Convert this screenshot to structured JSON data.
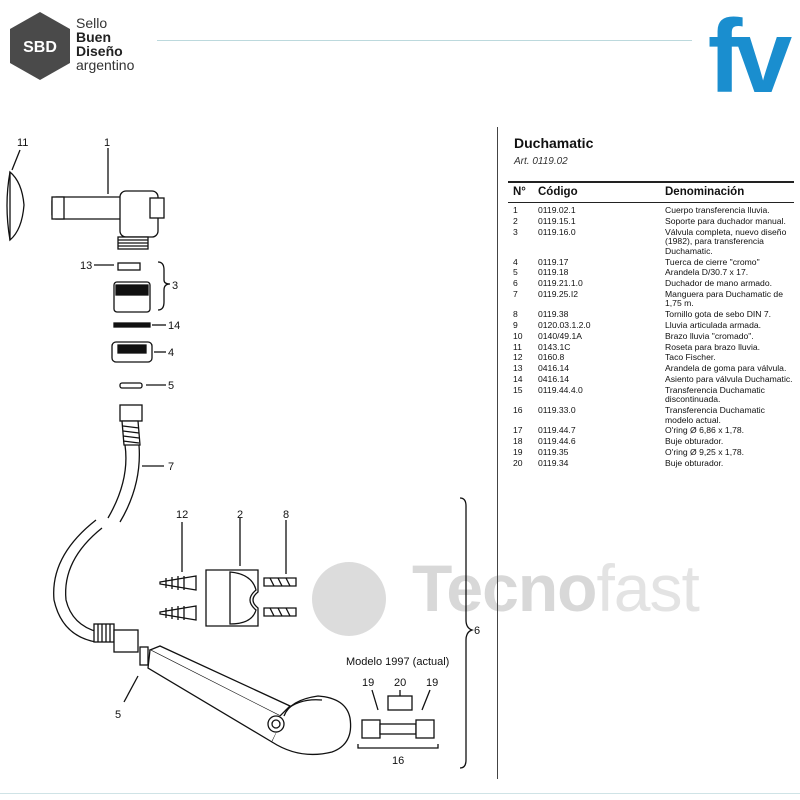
{
  "header": {
    "sbd_badge": "SBD",
    "sbd_lines": [
      "Sello",
      "Buen",
      "Diseño",
      "argentino"
    ],
    "brand_logo": "fv"
  },
  "watermark": {
    "part1": "Tecno",
    "part2": "fast"
  },
  "spec": {
    "title": "Duchamatic",
    "article": "Art. 0119.02",
    "columns": {
      "num": "N°",
      "code": "Código",
      "name": "Denominación"
    },
    "rows": [
      {
        "n": "1",
        "code": "0119.02.1",
        "name": "Cuerpo transferencia lluvia."
      },
      {
        "n": "2",
        "code": "0119.15.1",
        "name": "Soporte para duchador manual."
      },
      {
        "n": "3",
        "code": "0119.16.0",
        "name": "Válvula completa, nuevo diseño (1982), para transferencia Duchamatic."
      },
      {
        "n": "4",
        "code": "0119.17",
        "name": "Tuerca de cierre \"cromo\""
      },
      {
        "n": "5",
        "code": "0119.18",
        "name": "Arandela D/30.7 x 17."
      },
      {
        "n": "6",
        "code": "0119.21.1.0",
        "name": "Duchador de mano armado."
      },
      {
        "n": "7",
        "code": "0119.25.I2",
        "name": "Manguera para Duchamatic de 1,75 m."
      },
      {
        "n": "8",
        "code": "0119.38",
        "name": "Tornillo gota de sebo DIN 7."
      },
      {
        "n": "9",
        "code": "0120.03.1.2.0",
        "name": "Lluvia articulada armada."
      },
      {
        "n": "10",
        "code": "0140/49.1A",
        "name": "Brazo lluvia \"cromado\"."
      },
      {
        "n": "11",
        "code": "0143.1C",
        "name": "Roseta para brazo lluvia."
      },
      {
        "n": "12",
        "code": "0160.8",
        "name": "Taco Fischer."
      },
      {
        "n": "13",
        "code": "0416.14",
        "name": "Arandela de goma para válvula."
      },
      {
        "n": "14",
        "code": "0416.14",
        "name": "Asiento para válvula Duchamatic."
      },
      {
        "n": "15",
        "code": "0119.44.4.0",
        "name": "Transferencia Duchamatic discontinuada."
      },
      {
        "n": "16",
        "code": "0119.33.0",
        "name": "Transferencia Duchamatic modelo actual."
      },
      {
        "n": "17",
        "code": "0119.44.7",
        "name": "O'ring Ø 6,86 x 1,78."
      },
      {
        "n": "18",
        "code": "0119.44.6",
        "name": "Buje obturador."
      },
      {
        "n": "19",
        "code": "0119.35",
        "name": "O'ring Ø 9,25 x 1,78."
      },
      {
        "n": "20",
        "code": "0119.34",
        "name": "Buje obturador."
      }
    ]
  },
  "diagram": {
    "callouts": {
      "c11": "11",
      "c1": "1",
      "c13": "13",
      "c3": "3",
      "c14": "14",
      "c4": "4",
      "c5a": "5",
      "c7": "7",
      "c12": "12",
      "c2": "2",
      "c8": "8",
      "c6": "6",
      "c5b": "5",
      "c19a": "19",
      "c20": "20",
      "c19b": "19",
      "c16": "16"
    },
    "model_caption": "Modelo 1997 (actual)"
  },
  "colors": {
    "brand_blue": "#1a8ecf",
    "hex_dark": "#444444",
    "rule": "#bcd9dd",
    "watermark": "#d8d8d8"
  }
}
